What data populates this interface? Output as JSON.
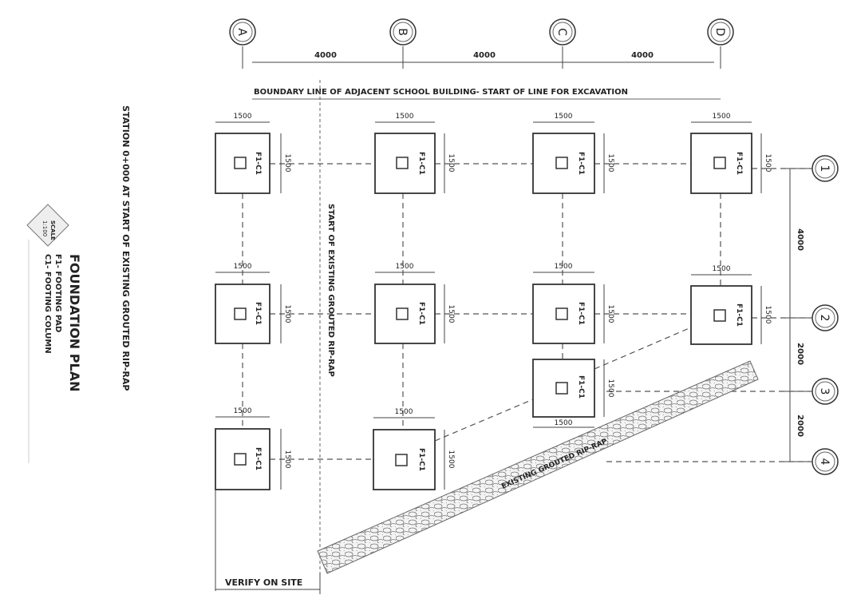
{
  "title": "FOUNDATION PLAN",
  "legend": [
    "F1- FOOTING PAD",
    "C1- FOOTING COLUMN"
  ],
  "scale": {
    "label": "SCALE",
    "value": "1:100"
  },
  "station_note": "STATION 0+000 AT START OF EXISTING GROUTED RIP-RAP",
  "riprap_note": "START OF EXISTING GROUTED RIP-RAP",
  "boundary_note": "BOUNDARY LINE OF ADJACENT SCHOOL BUILDING- START OF LINE FOR EXCAVATION",
  "verify_note": "VERIFY ON SITE",
  "slope_note": "EXISTING GROUTED RIP-RAP",
  "grid_letters": [
    "A",
    "B",
    "C",
    "D"
  ],
  "grid_numbers": [
    "1",
    "2",
    "3",
    "4"
  ],
  "letter_spacings": [
    "4000",
    "4000",
    "4000"
  ],
  "number_spacings": [
    "4000",
    "2000",
    "2000"
  ],
  "footing_tag": "F1-C1",
  "pad_dim": "1500"
}
